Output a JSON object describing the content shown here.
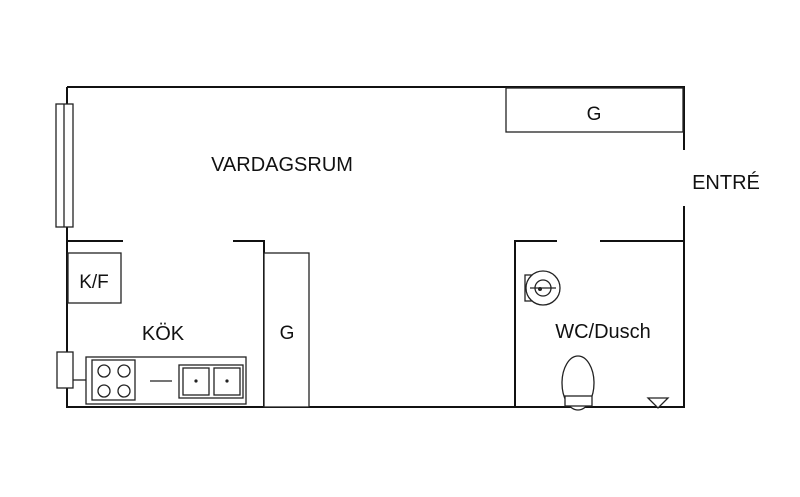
{
  "rooms": {
    "living": "VARDAGSRUM",
    "entry": "ENTRÉ",
    "kitchen": "KÖK",
    "bathroom": "WC/Dusch"
  },
  "fixtures": {
    "fridge_freezer": "K/F",
    "wardrobe_top": "G",
    "wardrobe_middle": "G"
  },
  "icons": [
    "window",
    "stove",
    "sink",
    "toilet",
    "shower",
    "floor-drain"
  ]
}
